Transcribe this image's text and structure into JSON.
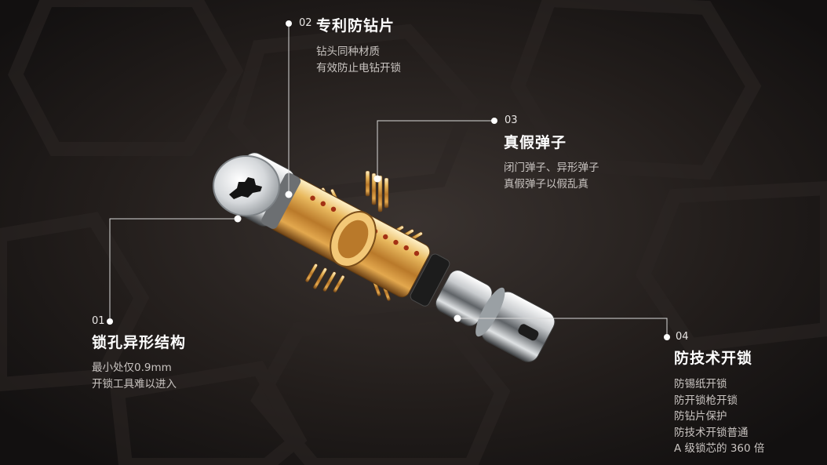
{
  "colors": {
    "background": "#1b1716",
    "brass": "#d8a04a",
    "chrome": "#c9ccd0",
    "leader_line": "#d9d9d9",
    "text_primary": "#ffffff",
    "text_secondary": "#c9c4c1"
  },
  "features": [
    {
      "id": "01",
      "title": "锁孔异形结构",
      "lines": [
        "最小处仅0.9mm",
        "开锁工具难以进入"
      ]
    },
    {
      "id": "02",
      "title": "专利防钻片",
      "lines": [
        "钻头同种材质",
        "有效防止电钻开锁"
      ]
    },
    {
      "id": "03",
      "title": "真假弹子",
      "lines": [
        "闭门弹子、异形弹子",
        "真假弹子以假乱真"
      ]
    },
    {
      "id": "04",
      "title": "防技术开锁",
      "lines": [
        "防锡纸开锁",
        "防开锁枪开锁",
        "防钻片保护",
        "防技术开锁普通",
        "A 级锁芯的 360 倍"
      ]
    }
  ]
}
